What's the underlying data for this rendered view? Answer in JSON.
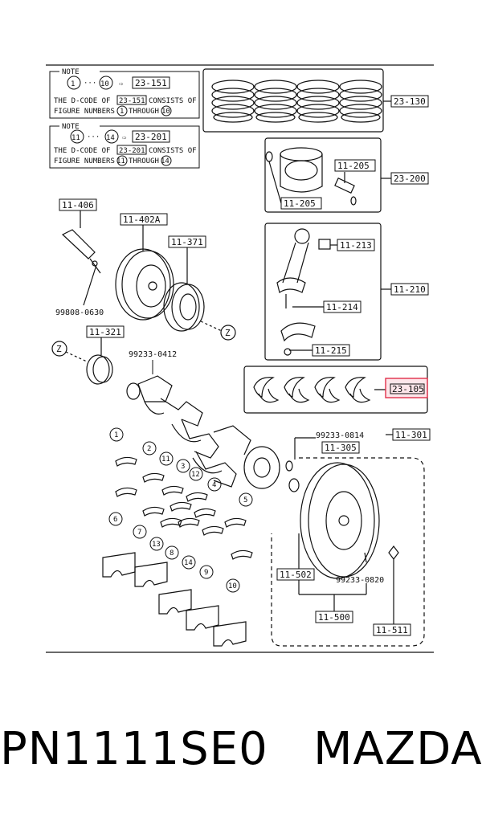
{
  "notes": [
    {
      "title": "NOTE",
      "from": "1",
      "to": "10",
      "code": "23-151",
      "line1": "THE D-CODE OF",
      "code_ref": "23-151",
      "line1b": "CONSISTS OF",
      "line2": "FIGURE NUMBERS",
      "from_ref": "1",
      "through": "THROUGH",
      "to_ref": "10"
    },
    {
      "title": "NOTE",
      "from": "11",
      "to": "14",
      "code": "23-201",
      "line1": "THE D-CODE OF",
      "code_ref": "23-201",
      "line1b": "CONSISTS OF",
      "line2": "FIGURE NUMBERS",
      "from_ref": "11",
      "through": "THROUGH",
      "to_ref": "14"
    }
  ],
  "dots": "···",
  "callouts": {
    "c23_130": "23-130",
    "c23_200": "23-200",
    "c11_205a": "11-205",
    "c11_205b": "11-205",
    "c11_406": "11-406",
    "c11_402a": "11-402A",
    "c11_371": "11-371",
    "c99808": "99808-0630",
    "c11_213": "11-213",
    "c11_210": "11-210",
    "c11_214": "11-214",
    "c11_215": "11-215",
    "c11_321": "11-321",
    "c99233_0412": "99233-0412",
    "c23_105": "23-105",
    "c99233_0814": "99233-0814",
    "c11_301": "11-301",
    "c11_305": "11-305",
    "c11_502": "11-502",
    "c99233_0820": "99233-0820",
    "c11_500": "11-500",
    "c11_511": "11-511",
    "z1": "Z",
    "z2": "Z"
  },
  "numbers": [
    "1",
    "2",
    "11",
    "3",
    "12",
    "4",
    "5",
    "6",
    "7",
    "13",
    "8",
    "14",
    "9",
    "10"
  ],
  "highlight_color": "#e0304a",
  "footer": {
    "part_number": "PN1111SE0",
    "brand": "MAZDA"
  }
}
